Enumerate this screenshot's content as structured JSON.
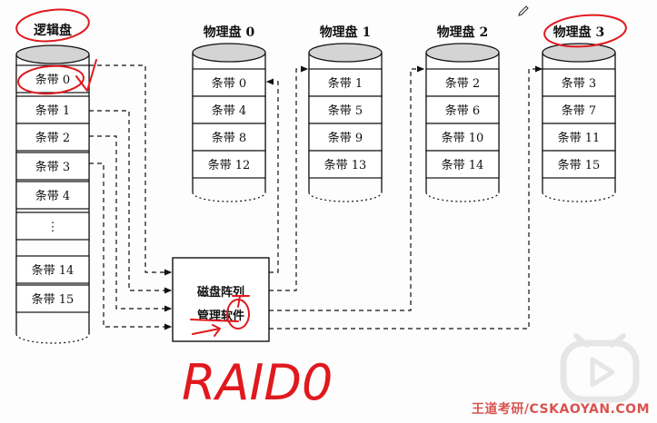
{
  "logical_disk": {
    "title": "逻辑盘",
    "strips": [
      "条带 0",
      "条带 1",
      "条带 2",
      "条带 3",
      "条带 4",
      "⋮",
      "条带 14",
      "条带 15"
    ]
  },
  "physical_disks": [
    {
      "title": "物理盘 0",
      "strips": [
        "条带 0",
        "条带 4",
        "条带 8",
        "条带 12"
      ]
    },
    {
      "title": "物理盘 1",
      "strips": [
        "条带 1",
        "条带 5",
        "条带 9",
        "条带 13"
      ]
    },
    {
      "title": "物理盘 2",
      "strips": [
        "条带 2",
        "条带 6",
        "条带 10",
        "条带 14"
      ]
    },
    {
      "title": "物理盘 3",
      "strips": [
        "条带 3",
        "条带 7",
        "条带 11",
        "条带 15"
      ]
    }
  ],
  "raid_box": {
    "line1": "磁盘阵列",
    "line2": "管理软件"
  },
  "annotation": "RAID0",
  "watermark": "王道考研/CSKAOYAN.COM",
  "colors": {
    "ink": "#111111",
    "cap": "#d4d4d4",
    "handwriting": "#e0191e",
    "watermark": "#d9534f"
  }
}
